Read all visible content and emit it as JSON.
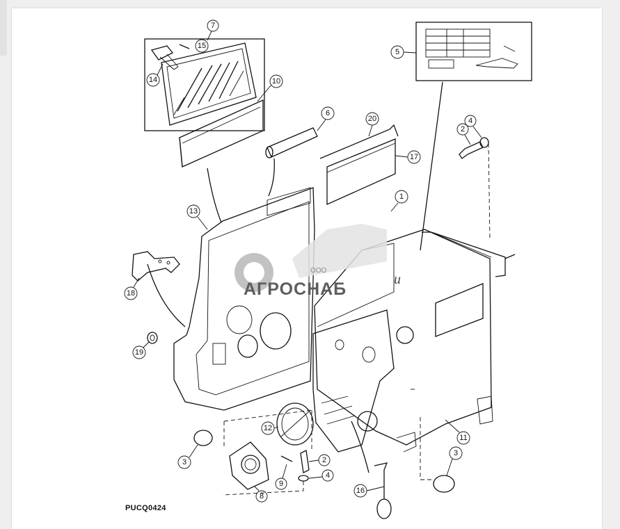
{
  "figure": {
    "code": "PUCQ0424"
  },
  "watermark": {
    "company_prefix": "ООО",
    "brand": "АГРОСНАБ",
    "suffix": "u"
  },
  "callouts": [
    {
      "id": "c7",
      "label": "7"
    },
    {
      "id": "c15",
      "label": "15"
    },
    {
      "id": "c14",
      "label": "14"
    },
    {
      "id": "c10",
      "label": "10"
    },
    {
      "id": "c5",
      "label": "5"
    },
    {
      "id": "c6",
      "label": "6"
    },
    {
      "id": "c20",
      "label": "20"
    },
    {
      "id": "c17",
      "label": "17"
    },
    {
      "id": "c4a",
      "label": "4"
    },
    {
      "id": "c2a",
      "label": "2"
    },
    {
      "id": "c1",
      "label": "1"
    },
    {
      "id": "c13",
      "label": "13"
    },
    {
      "id": "c18",
      "label": "18"
    },
    {
      "id": "c19",
      "label": "19"
    },
    {
      "id": "c11",
      "label": "11"
    },
    {
      "id": "c12",
      "label": "12"
    },
    {
      "id": "c3a",
      "label": "3"
    },
    {
      "id": "c3b",
      "label": "3"
    },
    {
      "id": "c2b",
      "label": "2"
    },
    {
      "id": "c4b",
      "label": "4"
    },
    {
      "id": "c9",
      "label": "9"
    },
    {
      "id": "c8",
      "label": "8"
    },
    {
      "id": "c16",
      "label": "16"
    }
  ]
}
